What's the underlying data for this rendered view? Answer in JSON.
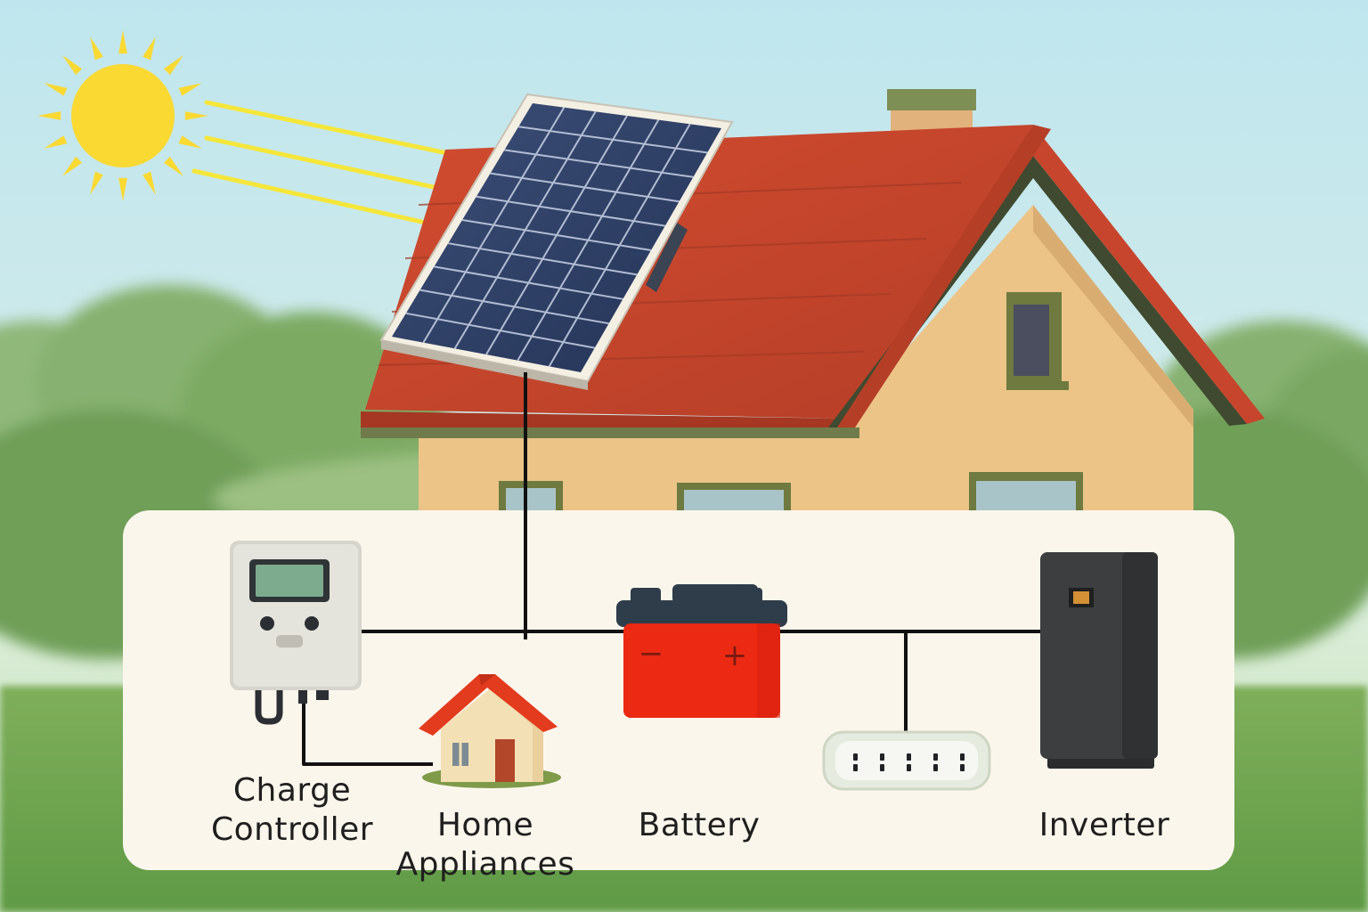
{
  "labels": {
    "charge_controller": [
      "Charge",
      "Controller"
    ],
    "home_appliances": [
      "Home",
      "Appliances"
    ],
    "battery": "Battery",
    "inverter": "Inverter"
  },
  "battery_terminals": {
    "negative": "−",
    "positive": "+"
  },
  "icons": [
    "sun-icon",
    "solar-panel-icon",
    "house-icon",
    "charge-controller-icon",
    "home-appliances-icon",
    "battery-icon",
    "power-strip-icon",
    "inverter-icon"
  ],
  "colors": {
    "sky_top": "#c2e7ee",
    "sky_bottom": "#d8ecd8",
    "sun": "#fbd933",
    "roof": "#c8452d",
    "wall": "#ecc488",
    "panel": "#2e3f63",
    "panel_box": "#fbf6ec",
    "battery": "#ec2a14",
    "inverter": "#3c3e40",
    "wire": "#111111"
  }
}
